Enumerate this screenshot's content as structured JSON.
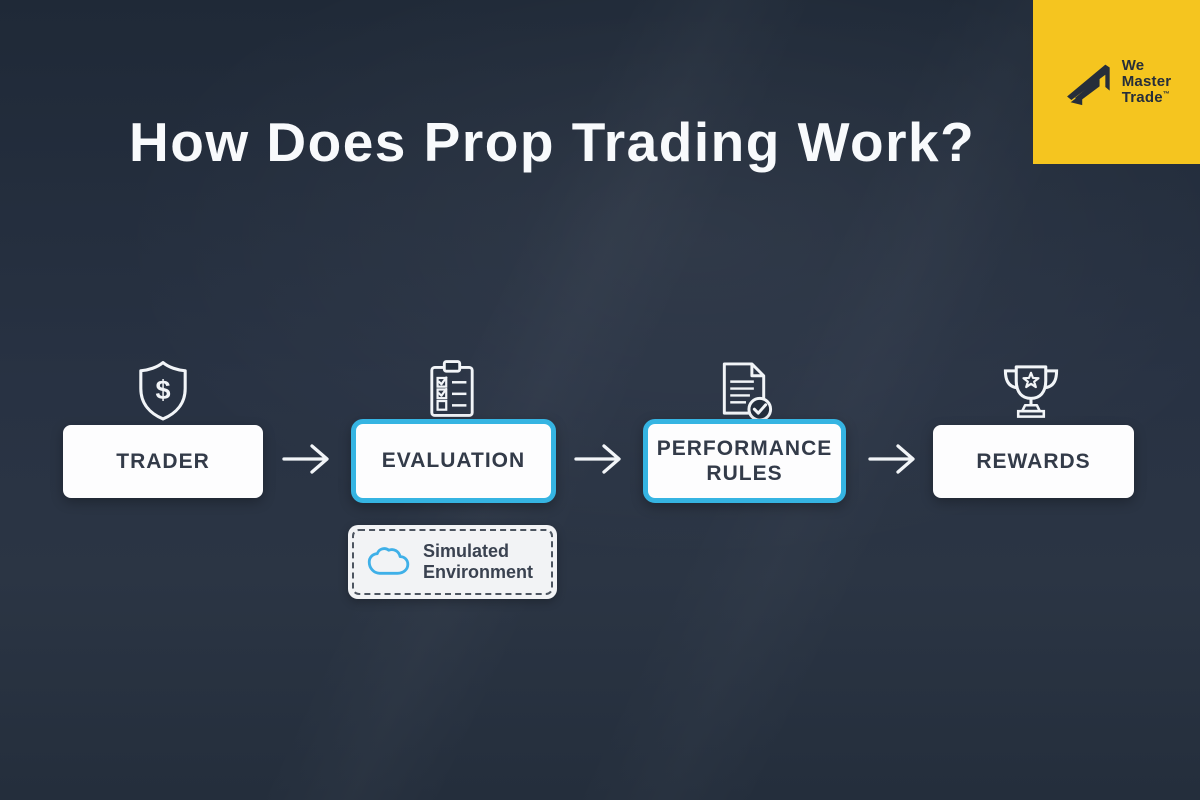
{
  "title": "How Does Prop Trading Work?",
  "brand": {
    "name": "We Master Trade",
    "words": [
      "We",
      "Master",
      "Trade"
    ],
    "trademark": "™",
    "colors": {
      "background": "#F5C51F",
      "mark": "#262E3A"
    }
  },
  "flow": {
    "steps": [
      {
        "label": "TRADER",
        "icon": "shield-dollar-icon",
        "highlighted": false
      },
      {
        "label": "EVALUATION",
        "icon": "clipboard-checklist-icon",
        "highlighted": true
      },
      {
        "label": "PERFORMANCE RULES",
        "icon": "document-check-icon",
        "highlighted": true
      },
      {
        "label": "REWARDS",
        "icon": "trophy-icon",
        "highlighted": false
      }
    ],
    "glyphs": {
      "dollar": "$"
    }
  },
  "callout": {
    "label": "Simulated Environment",
    "icon": "cloud-icon"
  },
  "colors": {
    "background_dark": "#27313F",
    "highlight_border": "#35B4E2",
    "box_fill": "#FDFDFE",
    "box_text": "#333B49",
    "arrow": "#F2F5F8",
    "cloud_blue": "#3FB0E8",
    "title_text": "#F8FAFC"
  }
}
